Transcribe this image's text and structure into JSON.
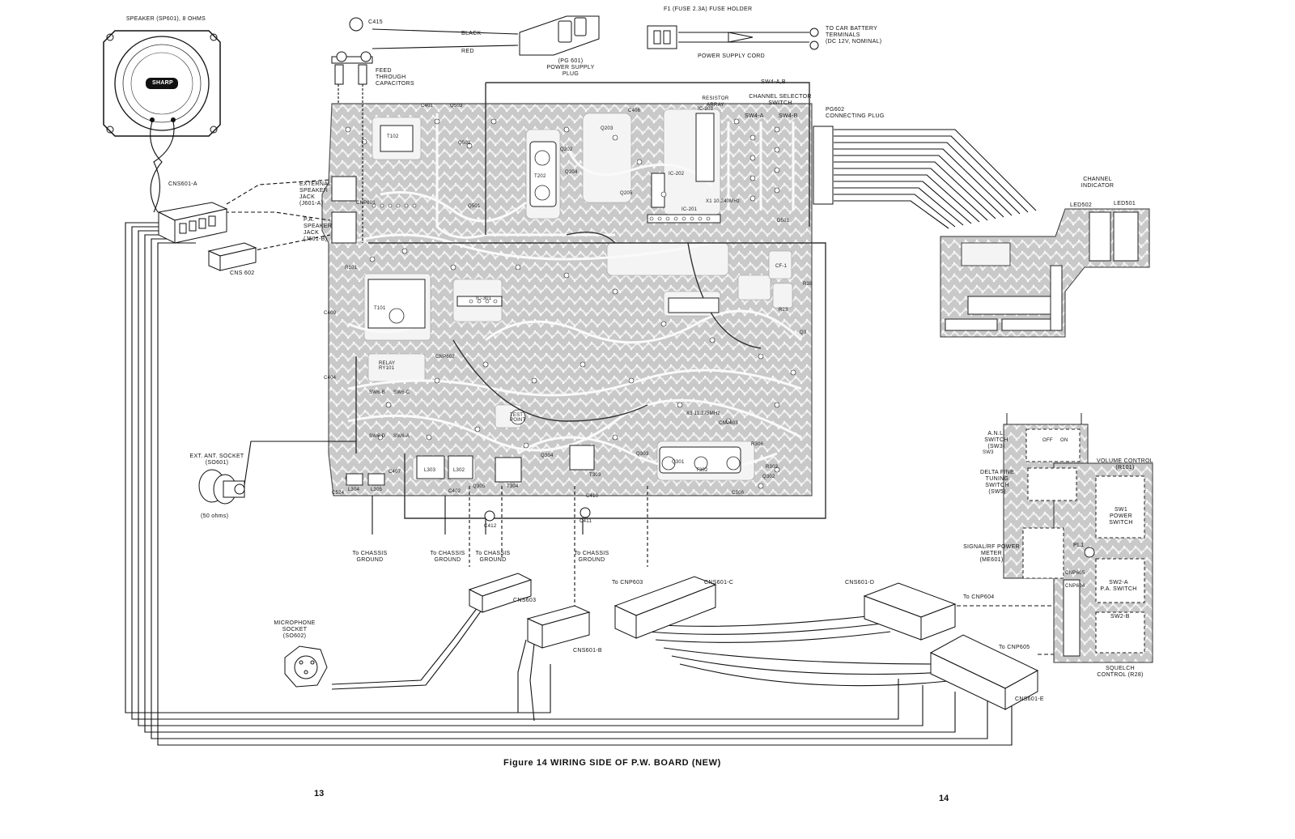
{
  "figure": {
    "caption": "Figure 14 WIRING SIDE OF P.W. BOARD (NEW)",
    "page_left": "13",
    "page_right": "14"
  },
  "labels": {
    "speaker": "SPEAKER (SP601), 8 OHMS",
    "brand": "SHARP",
    "cns601a": "CNS601-A",
    "cns602": "CNS 602",
    "ext_spk": "EXTERNAL\nSPEAKER\nJACK\n(J601-A)",
    "pa_spk": "P.A.\nSPEAKER\nJACK\n(J601-B)",
    "feed": "FEED\nTHROUGH\nCAPACITORS",
    "pg601": "(PG 601)\nPOWER SUPPLY\nPLUG",
    "black": "BLACK",
    "red": "RED",
    "c415": "C415",
    "fuse": "F1 (FUSE 2.3A)    FUSE HOLDER",
    "battery": "To CAR BATTERY\nTERMINALS\n(DC 12V, NOMINAL)",
    "cord": "POWER SUPPLY CORD",
    "sw4ab": "SW4-A,B",
    "chsel": "CHANNEL SELECTOR\nSWITCH",
    "sw4a": "SW4-A",
    "sw4b": "SW4-B",
    "pg602": "PG602\nCONNECTING PLUG",
    "resistor_array": "RESISTOR\nARRAY",
    "chind": "CHANNEL\nINDICATOR",
    "led502": "LED502",
    "led501": "LED501",
    "ant": "EXT. ANT. SOCKET\n(SO601)",
    "ohms": "(50 ohms)",
    "gnd1": "To CHASSIS\nGROUND",
    "gnd2": "To CHASSIS\nGROUND",
    "gnd3": "To CHASSIS\nGROUND",
    "gnd4": "To CHASSIS\nGROUND",
    "c412": "C412",
    "c411": "C411",
    "cns603": "CNS603",
    "cns601b": "CNS601-B",
    "mic": "MICROPHONE\nSOCKET\n(SO602)",
    "tocnp603": "To CNP603",
    "cns601c": "CNS601-C",
    "cns601d": "CNS601-D",
    "tocnp604": "To CNP604",
    "tocnp605": "To CNP605",
    "cns601e": "CNS601-E",
    "anl": "A.N.L.\nSWITCH\n(SW3)",
    "off": "OFF",
    "on": "ON",
    "delta": "DELTA FINE\nTUNING\nSWITCH\n(SW5)",
    "volume": "VOLUME CONTROL\n(R101)",
    "sw1": "SW1\nPOWER\nSWITCH",
    "meter": "SIGNAL/RF POWER\nMETER\n(ME601)",
    "pl1": "PL1",
    "sw2a": "SW2-A\nP.A. SWITCH",
    "sw2b": "SW2-B",
    "squelch": "SQUELCH\nCONTROL (R28)",
    "cnp604": "CNP604",
    "cnp605": "CNP605"
  },
  "board_labels": {
    "t102": "T102",
    "t202": "T202",
    "t101": "T101",
    "t302": "T302",
    "t303": "T303",
    "t304": "T304",
    "ic201": "IC-201",
    "ic202": "IC-202",
    "ic203": "IC-203",
    "ic301": "IC-301",
    "q503": "Q503",
    "q502": "Q502",
    "q501": "Q501",
    "q202": "Q202",
    "q203": "Q203",
    "q204": "Q204",
    "q205": "Q205",
    "q301": "Q301",
    "q302": "Q302",
    "q303": "Q303",
    "q304": "Q304",
    "q305": "Q305",
    "relay": "RELAY\nRY101",
    "cnp601": "CNP601",
    "cnp602": "CNP602",
    "cnp603": "CNP603",
    "sw6b": "SW6-B",
    "sw6c": "SW6-C",
    "sw6d": "SW6-D",
    "sw6a": "SW6-A",
    "l303": "L303",
    "l302": "L302",
    "l304": "L304",
    "l305": "L305",
    "testpoint": "TEST\nPOINT",
    "x3": "X3 11.275MHz",
    "x1": "X1 10.240MHz",
    "c401": "C401",
    "c409": "C409",
    "c404": "C404",
    "c406": "C406",
    "c407": "C407",
    "c402": "C402",
    "c524": "C524",
    "c410": "C410",
    "r101": "R101",
    "d501": "D501",
    "cf1": "CF-1",
    "r38": "R38",
    "r23": "R23",
    "q3": "Q3",
    "r306": "R306",
    "r303": "R303",
    "c306": "C306",
    "sw3": "SW3"
  }
}
